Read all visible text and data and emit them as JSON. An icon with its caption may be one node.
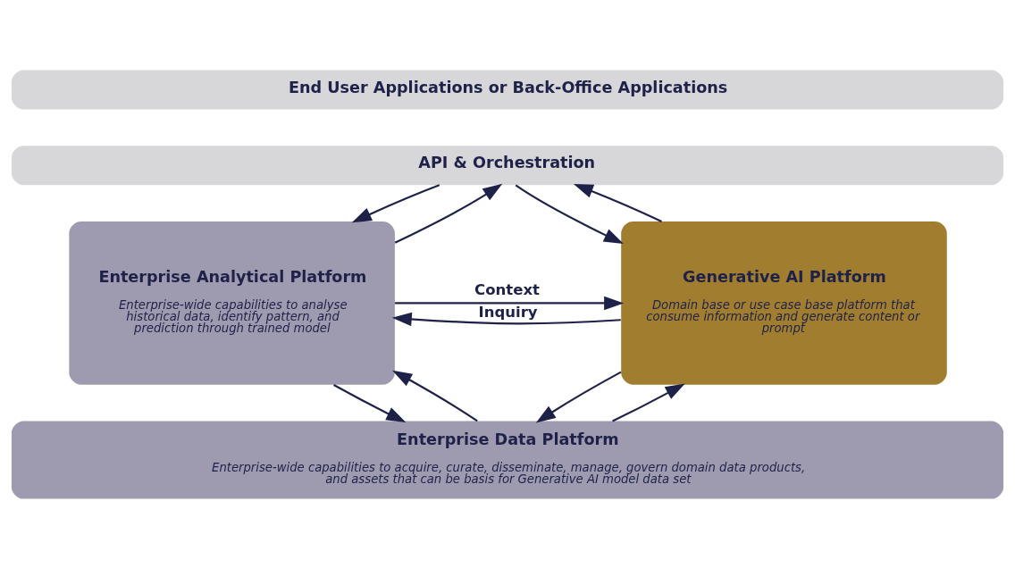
{
  "diagram": {
    "nodes": [
      {
        "text": [
          "End User Applications or Back-Office Applications"
        ]
      },
      {
        "text": [
          "API & Orchestration"
        ]
      },
      {
        "text": [
          "Enterprise Analytical Platform",
          "Enterprise-wide capabilities to analyse historical data, identify pattern, and prediction through trained model"
        ]
      },
      {
        "text": [
          "Generative AI Platform",
          "Domain base or use case base platform that consume information and generate content or prompt"
        ]
      },
      {
        "text": [
          "Enterprise Data Platform",
          "Enterprise-wide capabilities to acquire, curate, disseminate, manage, govern domain data products, and assets that can be basis for Generative AI model data set"
        ]
      }
    ],
    "edges": [
      {
        "from": 2,
        "to": 1,
        "arrow": "to"
      },
      {
        "from": 1,
        "to": 2,
        "arrow": "to"
      },
      {
        "from": 3,
        "to": 1,
        "arrow": "to"
      },
      {
        "from": 1,
        "to": 3,
        "arrow": "to"
      },
      {
        "from": 3,
        "to": 2,
        "arrow": "to",
        "label": "Inquiry"
      },
      {
        "from": 2,
        "to": 3,
        "arrow": "to",
        "label": "Context"
      },
      {
        "from": 4,
        "to": 2,
        "arrow": "to"
      },
      {
        "from": 2,
        "to": 4,
        "arrow": "to"
      },
      {
        "from": 4,
        "to": 3,
        "arrow": "to"
      },
      {
        "from": 3,
        "to": 4,
        "arrow": "to"
      }
    ]
  }
}
